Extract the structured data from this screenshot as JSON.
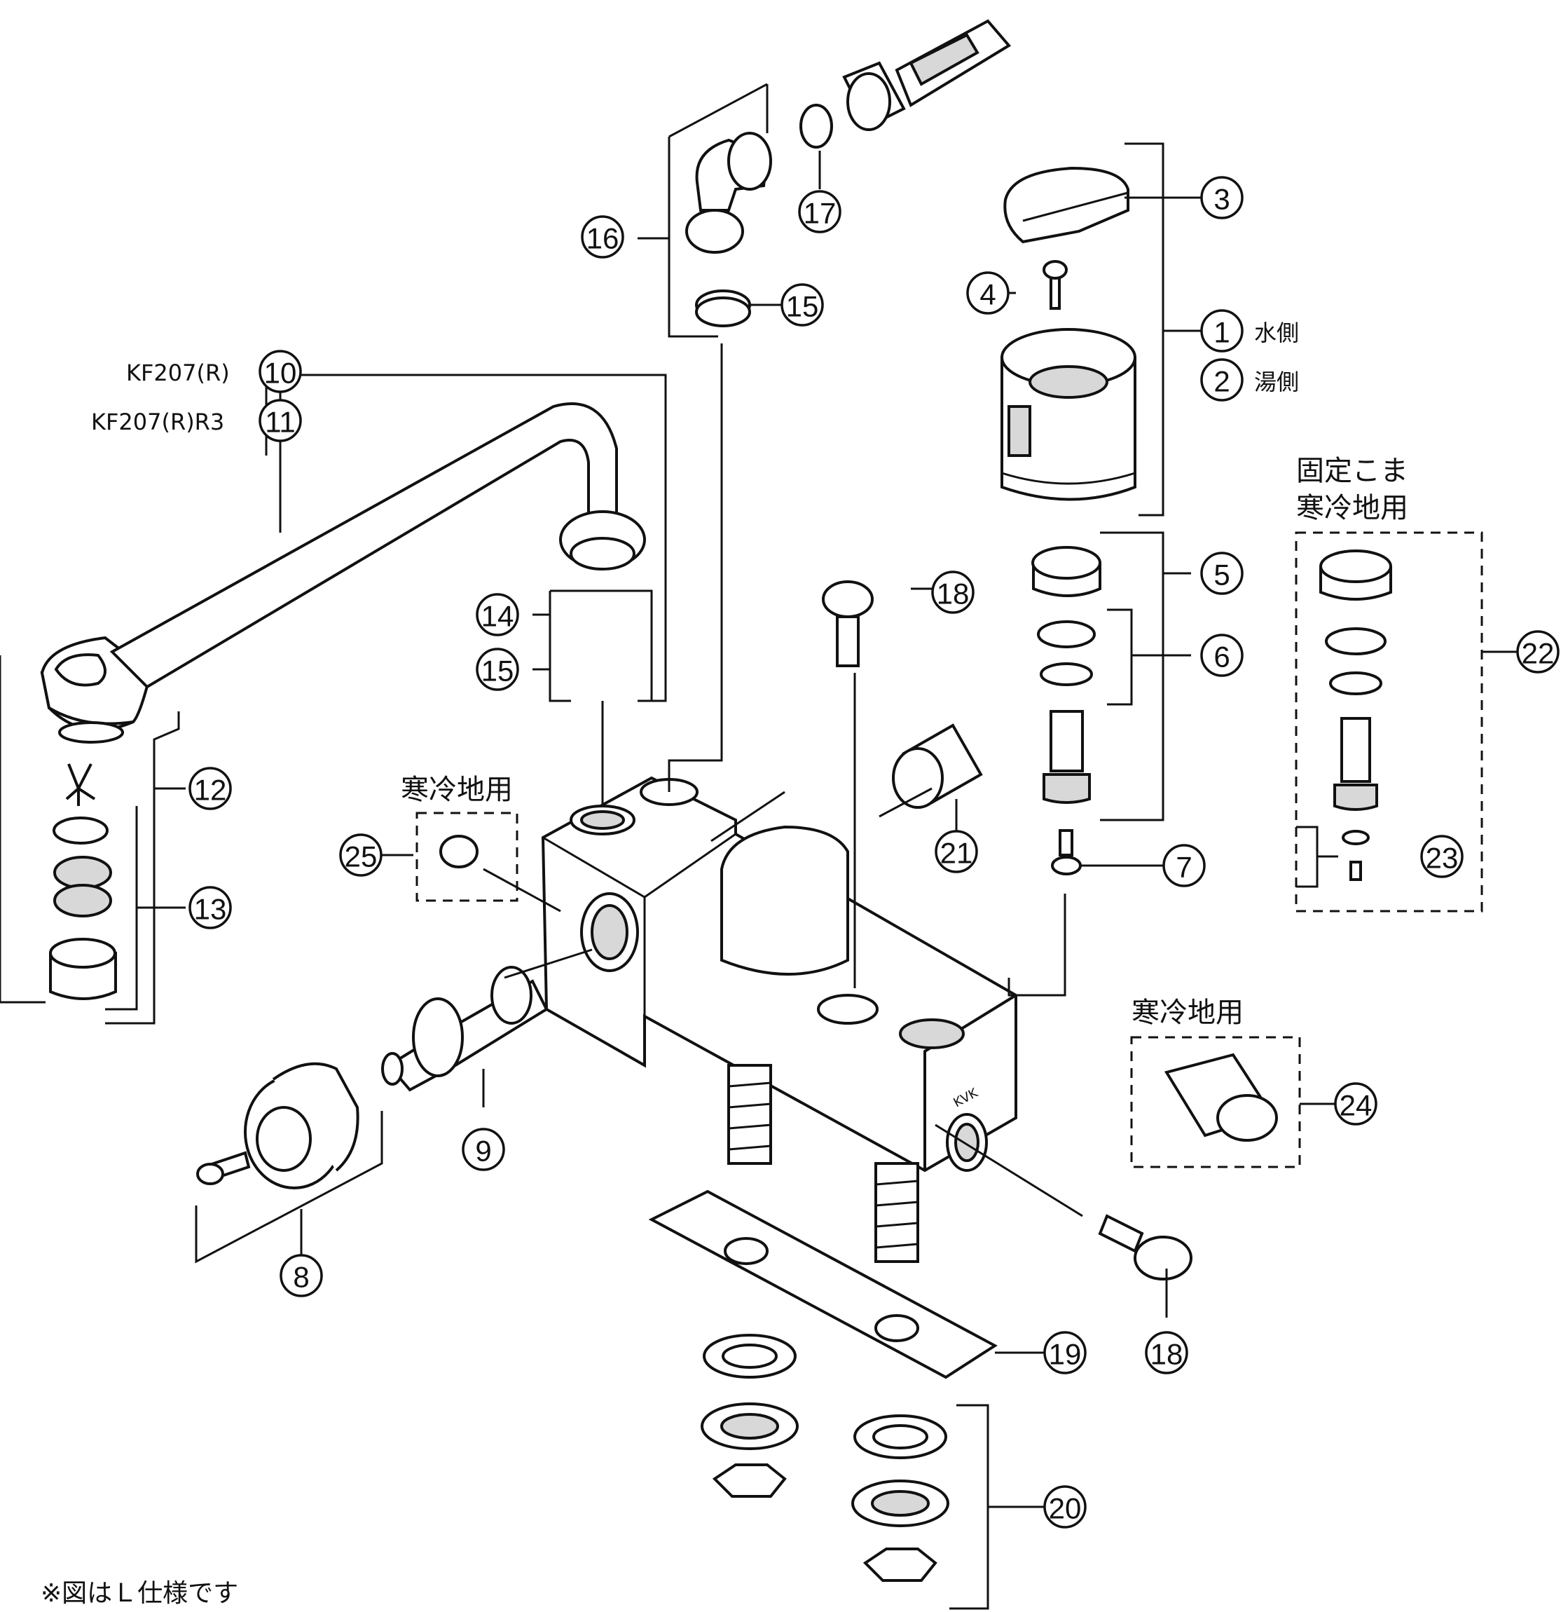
{
  "callouts": {
    "c1": "1",
    "c2": "2",
    "c3": "3",
    "c4": "4",
    "c5": "5",
    "c6": "6",
    "c7": "7",
    "c8": "8",
    "c9": "9",
    "c10": "10",
    "c11": "11",
    "c12": "12",
    "c13": "13",
    "c14": "14",
    "c15a": "15",
    "c15b": "15",
    "c16": "16",
    "c17": "17",
    "c18a": "18",
    "c18b": "18",
    "c19": "19",
    "c20": "20",
    "c21": "21",
    "c22": "22",
    "c23": "23",
    "c24": "24",
    "c25": "25"
  },
  "labels": {
    "water_side": "水側",
    "hot_side": "湯側",
    "model_kf207r": "KF207(R)",
    "model_kf207r_r3": "KF207(R)R3",
    "fixed_top": "固定こま",
    "cold_region": "寒冷地用",
    "cold_region_25": "寒冷地用",
    "cold_region_24": "寒冷地用",
    "brand_mark": "KVK",
    "footnote": "※図はＬ仕様です"
  }
}
